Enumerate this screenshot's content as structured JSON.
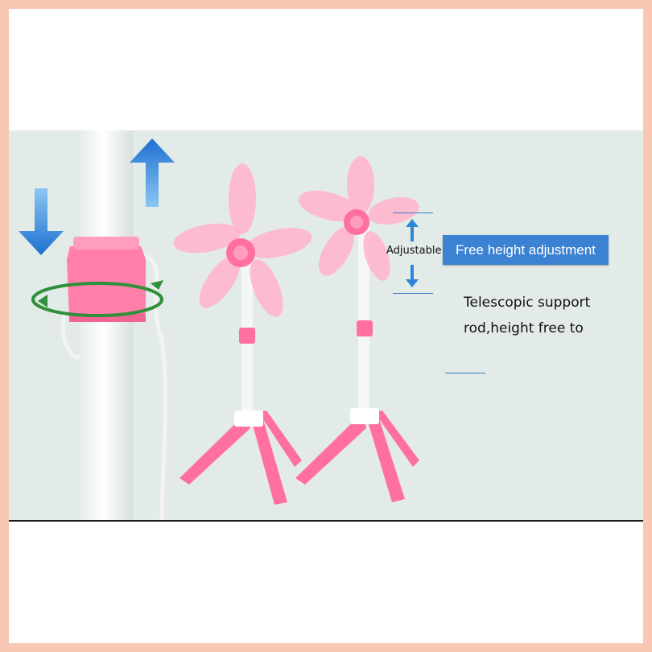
{
  "image": {
    "description_subject": "pink flower fan on telescopic tripod stand",
    "labels": {
      "adjustable": "Adjustable",
      "banner": "Free height adjustment",
      "caption_line1": "Telescopic support",
      "caption_line2": "rod,height free to"
    },
    "colors": {
      "border": "#f9c8b4",
      "photo_bg": "#e3ebe8",
      "banner_bg": "#3c82d2",
      "pink": "#ff6f9f",
      "light_pink": "#ffb6cc",
      "arrow_blue": "#2f86d6",
      "rotate_green": "#2f8f3a"
    }
  }
}
